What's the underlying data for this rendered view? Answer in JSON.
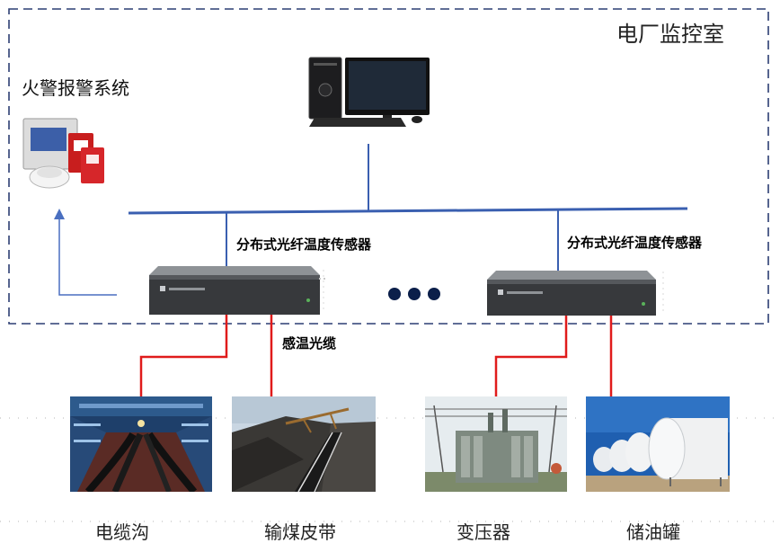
{
  "control_room": {
    "title": "电厂监控室"
  },
  "fire_alarm": {
    "title": "火警报警系统"
  },
  "sensors": [
    {
      "label": "分布式光纤温度传感器"
    },
    {
      "label": "分布式光纤温度传感器"
    }
  ],
  "cable": {
    "label": "感温光缆"
  },
  "sites": [
    {
      "label": "电缆沟"
    },
    {
      "label": "输煤皮带"
    },
    {
      "label": "变压器"
    },
    {
      "label": "储油罐"
    }
  ],
  "colors": {
    "bus_blue": "#3a5fb0",
    "border_navy": "#2c3e73",
    "cable_red": "#e01b1b",
    "dot_navy": "#0b1f4a"
  }
}
